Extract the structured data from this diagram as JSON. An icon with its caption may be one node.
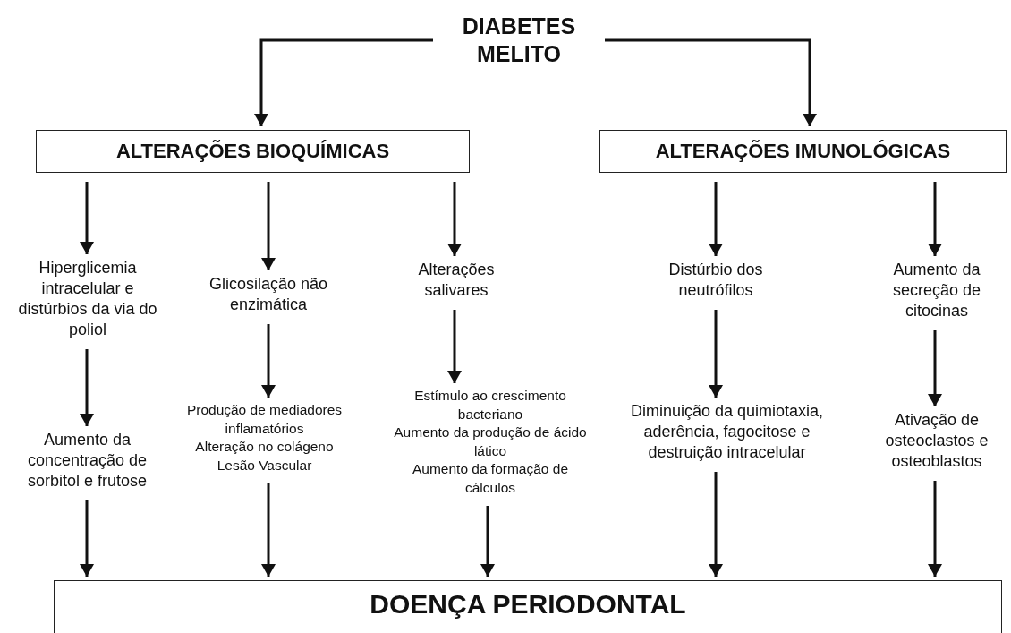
{
  "diagram": {
    "nodes": [
      {
        "text": [
          "DIABETES MELITO"
        ]
      },
      {
        "text": [
          "ALTERAÇÕES BIOQUÍMICAS"
        ]
      },
      {
        "text": [
          "ALTERAÇÕES IMUNOLÓGICAS"
        ]
      },
      {
        "text": [
          "Hiperglicemia intracelular e distúrbios da via do poliol"
        ]
      },
      {
        "text": [
          "Glicosilação não enzimática"
        ]
      },
      {
        "text": [
          "Alterações salivares"
        ]
      },
      {
        "text": [
          "Distúrbio dos neutrófilos"
        ]
      },
      {
        "text": [
          "Aumento da secreção de citocinas"
        ]
      },
      {
        "text": [
          "Aumento da concentração de sorbitol e frutose"
        ]
      },
      {
        "text": [
          "Produção de mediadores inflamatórios",
          "Alteração no colágeno",
          "Lesão Vascular"
        ]
      },
      {
        "text": [
          "Estímulo ao crescimento bacteriano",
          "Aumento da produção de ácido lático",
          "Aumento da formação de cálculos"
        ]
      },
      {
        "text": [
          "Diminuição da quimiotaxia, aderência, fagocitose e destruição intracelular"
        ]
      },
      {
        "text": [
          "Ativação de osteoclastos e osteoblastos"
        ]
      },
      {
        "text": [
          "DOENÇA PERIODONTAL"
        ]
      }
    ],
    "edges": [
      {
        "from": 0,
        "to": 1,
        "arrow": "to"
      },
      {
        "from": 0,
        "to": 2,
        "arrow": "to"
      },
      {
        "from": 1,
        "to": 3,
        "arrow": "to"
      },
      {
        "from": 1,
        "to": 4,
        "arrow": "to"
      },
      {
        "from": 1,
        "to": 5,
        "arrow": "to"
      },
      {
        "from": 2,
        "to": 6,
        "arrow": "to"
      },
      {
        "from": 2,
        "to": 7,
        "arrow": "to"
      },
      {
        "from": 3,
        "to": 8,
        "arrow": "to"
      },
      {
        "from": 4,
        "to": 9,
        "arrow": "to"
      },
      {
        "from": 5,
        "to": 10,
        "arrow": "to"
      },
      {
        "from": 6,
        "to": 11,
        "arrow": "to"
      },
      {
        "from": 7,
        "to": 12,
        "arrow": "to"
      },
      {
        "from": 8,
        "to": 13,
        "arrow": "to"
      },
      {
        "from": 9,
        "to": 13,
        "arrow": "to"
      },
      {
        "from": 10,
        "to": 13,
        "arrow": "to"
      },
      {
        "from": 11,
        "to": 13,
        "arrow": "to"
      },
      {
        "from": 12,
        "to": 13,
        "arrow": "to"
      }
    ]
  }
}
